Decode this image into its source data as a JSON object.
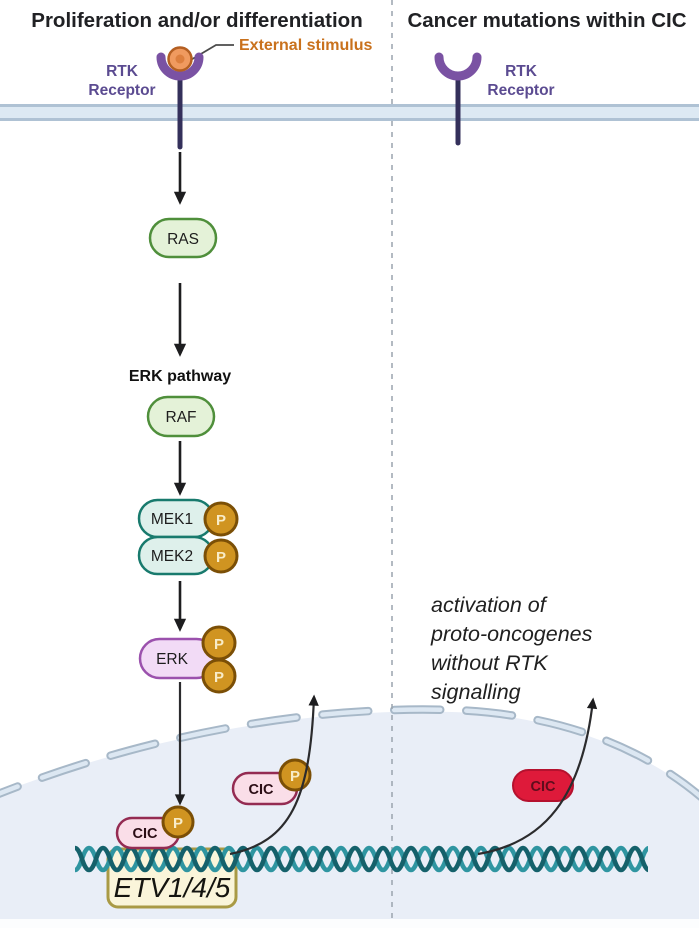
{
  "figure": {
    "left": {
      "title": "Proliferation and/or differentiation",
      "stimulus_label": "External stimulus",
      "receptor_label": [
        "RTK",
        "Receptor"
      ],
      "ras": "RAS",
      "pathway_label": "ERK pathway",
      "raf": "RAF",
      "mek1": "MEK1",
      "mek2": "MEK2",
      "erk": "ERK",
      "phospho": "P",
      "cic_bound": "CIC",
      "cic_free": "CIC",
      "gene": "ETV1/4/5"
    },
    "right": {
      "title": "Cancer mutations within CIC",
      "receptor_label": [
        "RTK",
        "Receptor"
      ],
      "annotation": [
        "activation of",
        "proto-oncogenes",
        "without RTK",
        "signalling"
      ],
      "cic_mutant": "CIC"
    },
    "colors": {
      "title_text": "#202124",
      "receptor_purple": "#7a52a3",
      "receptor_stem": "#34305b",
      "rtk_label": "#5b4b91",
      "stimulus_orange": "#c9711c",
      "stimulus_ball_fill": "#f09a5f",
      "stimulus_ball_stroke": "#b45f22",
      "membrane_fill": "#dde9f3",
      "membrane_edge": "#afc2d4",
      "arrow": "#1d1d1f",
      "green_fill": "#e4f2d8",
      "green_stroke": "#4f8f3b",
      "teal_fill": "#def0eb",
      "teal_stroke": "#187a6d",
      "purple_fill": "#f2dbf6",
      "purple_stroke": "#9b51ad",
      "phospho_fill": "#d09421",
      "phospho_stroke": "#7b4f06",
      "phospho_text": "#f8ecc8",
      "cic_pink_fill": "#fadee8",
      "cic_pink_stroke": "#942b52",
      "cic_red_fill": "#de1a3a",
      "cic_red_stroke": "#b5112e",
      "dna_dark": "#15616b",
      "dna_light": "#2f95a1",
      "nucleus_fill": "#e9eef7",
      "envelope_outer": "#a7b8c8",
      "envelope_inner": "#dce7f2",
      "gene_fill": "#faf5da",
      "gene_stroke": "#a99a45",
      "divider": "#9aa4ae"
    }
  }
}
